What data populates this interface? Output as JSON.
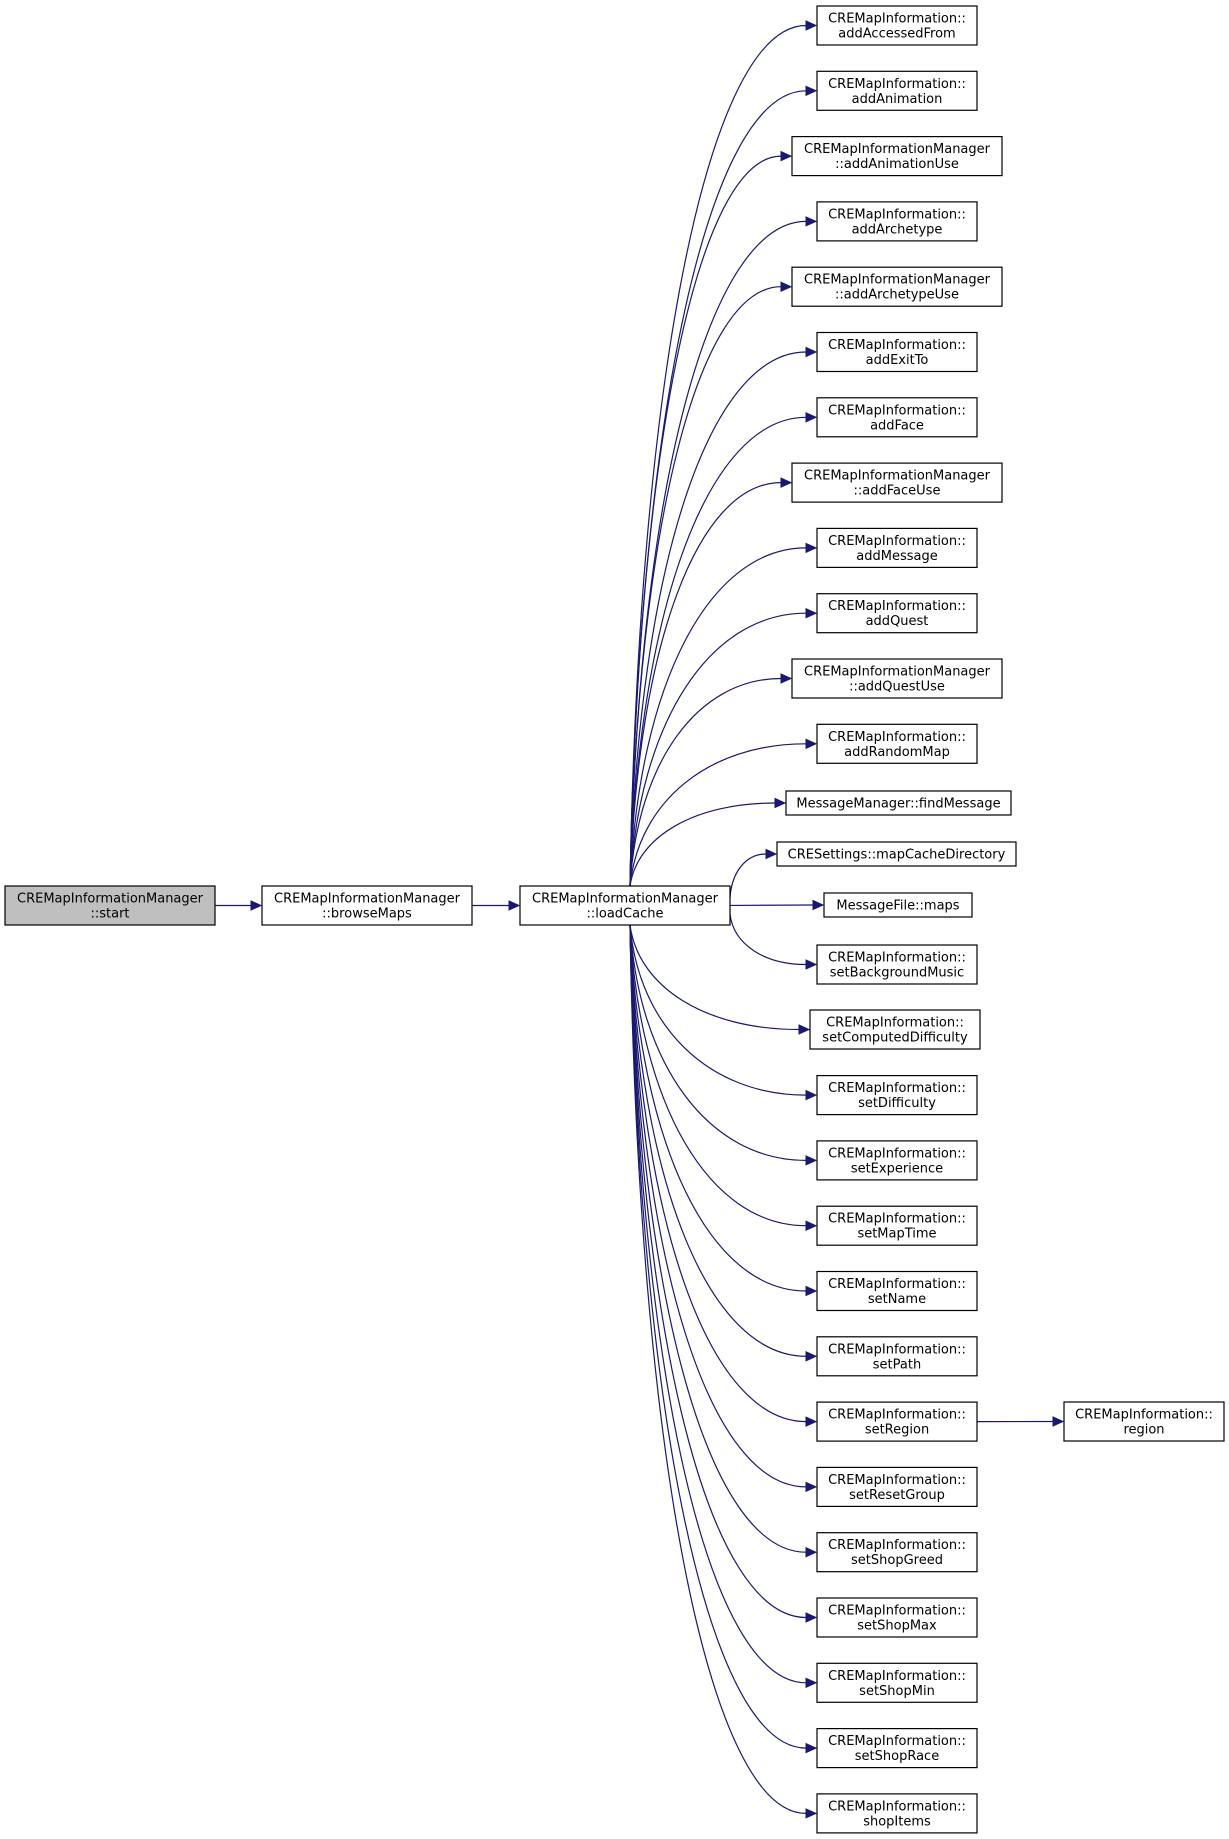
{
  "diagram": {
    "edge_color": "#191970",
    "root_fill": "#bfbfbf",
    "nodes": [
      {
        "id": "start",
        "lines": [
          "CREMapInformationManager",
          "::start"
        ],
        "root": true
      },
      {
        "id": "browseMaps",
        "lines": [
          "CREMapInformationManager",
          "::browseMaps"
        ]
      },
      {
        "id": "loadCache",
        "lines": [
          "CREMapInformationManager",
          "::loadCache"
        ]
      },
      {
        "id": "addAccessedFrom",
        "lines": [
          "CREMapInformation::",
          "addAccessedFrom"
        ]
      },
      {
        "id": "addAnimation",
        "lines": [
          "CREMapInformation::",
          "addAnimation"
        ]
      },
      {
        "id": "addAnimationUse",
        "lines": [
          "CREMapInformationManager",
          "::addAnimationUse"
        ]
      },
      {
        "id": "addArchetype",
        "lines": [
          "CREMapInformation::",
          "addArchetype"
        ]
      },
      {
        "id": "addArchetypeUse",
        "lines": [
          "CREMapInformationManager",
          "::addArchetypeUse"
        ]
      },
      {
        "id": "addExitTo",
        "lines": [
          "CREMapInformation::",
          "addExitTo"
        ]
      },
      {
        "id": "addFace",
        "lines": [
          "CREMapInformation::",
          "addFace"
        ]
      },
      {
        "id": "addFaceUse",
        "lines": [
          "CREMapInformationManager",
          "::addFaceUse"
        ]
      },
      {
        "id": "addMessage",
        "lines": [
          "CREMapInformation::",
          "addMessage"
        ]
      },
      {
        "id": "addQuest",
        "lines": [
          "CREMapInformation::",
          "addQuest"
        ]
      },
      {
        "id": "addQuestUse",
        "lines": [
          "CREMapInformationManager",
          "::addQuestUse"
        ]
      },
      {
        "id": "addRandomMap",
        "lines": [
          "CREMapInformation::",
          "addRandomMap"
        ]
      },
      {
        "id": "findMessage",
        "lines": [
          "MessageManager::findMessage"
        ]
      },
      {
        "id": "mapCacheDirectory",
        "lines": [
          "CRESettings::mapCacheDirectory"
        ]
      },
      {
        "id": "maps",
        "lines": [
          "MessageFile::maps"
        ]
      },
      {
        "id": "setBackgroundMusic",
        "lines": [
          "CREMapInformation::",
          "setBackgroundMusic"
        ]
      },
      {
        "id": "setComputedDifficulty",
        "lines": [
          "CREMapInformation::",
          "setComputedDifficulty"
        ]
      },
      {
        "id": "setDifficulty",
        "lines": [
          "CREMapInformation::",
          "setDifficulty"
        ]
      },
      {
        "id": "setExperience",
        "lines": [
          "CREMapInformation::",
          "setExperience"
        ]
      },
      {
        "id": "setMapTime",
        "lines": [
          "CREMapInformation::",
          "setMapTime"
        ]
      },
      {
        "id": "setName",
        "lines": [
          "CREMapInformation::",
          "setName"
        ]
      },
      {
        "id": "setPath",
        "lines": [
          "CREMapInformation::",
          "setPath"
        ]
      },
      {
        "id": "setRegion",
        "lines": [
          "CREMapInformation::",
          "setRegion"
        ]
      },
      {
        "id": "region",
        "lines": [
          "CREMapInformation::",
          "region"
        ]
      },
      {
        "id": "setResetGroup",
        "lines": [
          "CREMapInformation::",
          "setResetGroup"
        ]
      },
      {
        "id": "setShopGreed",
        "lines": [
          "CREMapInformation::",
          "setShopGreed"
        ]
      },
      {
        "id": "setShopMax",
        "lines": [
          "CREMapInformation::",
          "setShopMax"
        ]
      },
      {
        "id": "setShopMin",
        "lines": [
          "CREMapInformation::",
          "setShopMin"
        ]
      },
      {
        "id": "setShopRace",
        "lines": [
          "CREMapInformation::",
          "setShopRace"
        ]
      },
      {
        "id": "shopItems",
        "lines": [
          "CREMapInformation::",
          "shopItems"
        ]
      }
    ],
    "edges": [
      [
        "start",
        "browseMaps"
      ],
      [
        "browseMaps",
        "loadCache"
      ],
      [
        "loadCache",
        "addAccessedFrom"
      ],
      [
        "loadCache",
        "addAnimation"
      ],
      [
        "loadCache",
        "addAnimationUse"
      ],
      [
        "loadCache",
        "addArchetype"
      ],
      [
        "loadCache",
        "addArchetypeUse"
      ],
      [
        "loadCache",
        "addExitTo"
      ],
      [
        "loadCache",
        "addFace"
      ],
      [
        "loadCache",
        "addFaceUse"
      ],
      [
        "loadCache",
        "addMessage"
      ],
      [
        "loadCache",
        "addQuest"
      ],
      [
        "loadCache",
        "addQuestUse"
      ],
      [
        "loadCache",
        "addRandomMap"
      ],
      [
        "loadCache",
        "findMessage"
      ],
      [
        "loadCache",
        "mapCacheDirectory"
      ],
      [
        "loadCache",
        "maps"
      ],
      [
        "loadCache",
        "setBackgroundMusic"
      ],
      [
        "loadCache",
        "setComputedDifficulty"
      ],
      [
        "loadCache",
        "setDifficulty"
      ],
      [
        "loadCache",
        "setExperience"
      ],
      [
        "loadCache",
        "setMapTime"
      ],
      [
        "loadCache",
        "setName"
      ],
      [
        "loadCache",
        "setPath"
      ],
      [
        "loadCache",
        "setRegion"
      ],
      [
        "loadCache",
        "setResetGroup"
      ],
      [
        "loadCache",
        "setShopGreed"
      ],
      [
        "loadCache",
        "setShopMax"
      ],
      [
        "loadCache",
        "setShopMin"
      ],
      [
        "loadCache",
        "setShopRace"
      ],
      [
        "loadCache",
        "shopItems"
      ],
      [
        "setRegion",
        "region"
      ]
    ]
  }
}
